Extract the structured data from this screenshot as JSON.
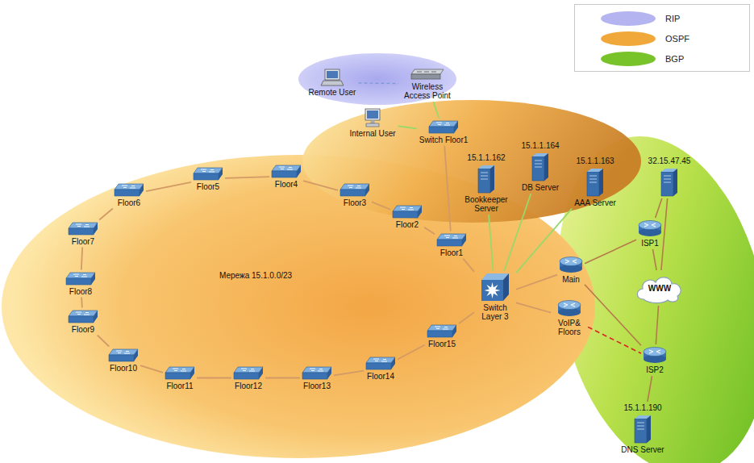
{
  "diagram": {
    "nodes": [
      {
        "text": [
          "Remote User"
        ]
      },
      {
        "text": [
          "Wireless Access Point"
        ]
      },
      {
        "text": [
          "Internal User"
        ]
      },
      {
        "text": [
          "Switch Floor1"
        ]
      },
      {
        "text": [
          "15.1.1.162",
          "Bookkeeper Server"
        ]
      },
      {
        "text": [
          "15.1.1.164",
          "DB Server"
        ]
      },
      {
        "text": [
          "15.1.1.163",
          "AAA Server"
        ]
      },
      {
        "text": [
          "32.15.47.45"
        ]
      },
      {
        "text": [
          "Floor1"
        ]
      },
      {
        "text": [
          "Floor2"
        ]
      },
      {
        "text": [
          "Floor3"
        ]
      },
      {
        "text": [
          "Floor4"
        ]
      },
      {
        "text": [
          "Floor5"
        ]
      },
      {
        "text": [
          "Floor6"
        ]
      },
      {
        "text": [
          "Floor7"
        ]
      },
      {
        "text": [
          "Floor8"
        ]
      },
      {
        "text": [
          "Floor9"
        ]
      },
      {
        "text": [
          "Floor10"
        ]
      },
      {
        "text": [
          "Floor11"
        ]
      },
      {
        "text": [
          "Floor12"
        ]
      },
      {
        "text": [
          "Floor13"
        ]
      },
      {
        "text": [
          "Floor14"
        ]
      },
      {
        "text": [
          "Floor15"
        ]
      },
      {
        "text": [
          "ISP1"
        ]
      },
      {
        "text": [
          "Main"
        ]
      },
      {
        "text": [
          "Switch Layer 3"
        ]
      },
      {
        "text": [
          "WWW"
        ]
      },
      {
        "text": [
          "VoIP& Floors"
        ]
      },
      {
        "text": [
          "ISP2"
        ]
      },
      {
        "text": [
          "15.1.1.190",
          "DNS Server"
        ]
      }
    ],
    "edges": [
      {
        "from": 0,
        "to": 1,
        "arrow": "none"
      },
      {
        "from": 1,
        "to": 3,
        "arrow": "none"
      },
      {
        "from": 2,
        "to": 3,
        "arrow": "none"
      },
      {
        "from": 3,
        "to": 8,
        "arrow": "none"
      },
      {
        "from": 8,
        "to": 9,
        "arrow": "none"
      },
      {
        "from": 9,
        "to": 10,
        "arrow": "none"
      },
      {
        "from": 10,
        "to": 11,
        "arrow": "none"
      },
      {
        "from": 11,
        "to": 12,
        "arrow": "none"
      },
      {
        "from": 12,
        "to": 13,
        "arrow": "none"
      },
      {
        "from": 13,
        "to": 14,
        "arrow": "none"
      },
      {
        "from": 14,
        "to": 15,
        "arrow": "none"
      },
      {
        "from": 15,
        "to": 16,
        "arrow": "none"
      },
      {
        "from": 16,
        "to": 17,
        "arrow": "none"
      },
      {
        "from": 17,
        "to": 18,
        "arrow": "none"
      },
      {
        "from": 18,
        "to": 19,
        "arrow": "none"
      },
      {
        "from": 19,
        "to": 20,
        "arrow": "none"
      },
      {
        "from": 20,
        "to": 21,
        "arrow": "none"
      },
      {
        "from": 21,
        "to": 22,
        "arrow": "none"
      },
      {
        "from": 22,
        "to": 25,
        "arrow": "none"
      },
      {
        "from": 8,
        "to": 25,
        "arrow": "none"
      },
      {
        "from": 4,
        "to": 25,
        "arrow": "none"
      },
      {
        "from": 5,
        "to": 25,
        "arrow": "none"
      },
      {
        "from": 6,
        "to": 25,
        "arrow": "none"
      },
      {
        "from": 25,
        "to": 24,
        "arrow": "none"
      },
      {
        "from": 25,
        "to": 27,
        "arrow": "none"
      },
      {
        "from": 24,
        "to": 23,
        "arrow": "none"
      },
      {
        "from": 24,
        "to": 28,
        "arrow": "none"
      },
      {
        "from": 27,
        "to": 28,
        "arrow": "none"
      },
      {
        "from": 23,
        "to": 7,
        "arrow": "none"
      },
      {
        "from": 23,
        "to": 26,
        "arrow": "none"
      },
      {
        "from": 7,
        "to": 26,
        "arrow": "none"
      },
      {
        "from": 26,
        "to": 28,
        "arrow": "none"
      },
      {
        "from": 28,
        "to": 29,
        "arrow": "none"
      }
    ],
    "labels": [
      "Мережа 15.1.0.0/23"
    ],
    "legend": [
      {
        "text": "RIP",
        "color": "#b4b4f0"
      },
      {
        "text": "OSPF",
        "color": "#f0a83a"
      },
      {
        "text": "BGP",
        "color": "#78c22a"
      }
    ]
  }
}
